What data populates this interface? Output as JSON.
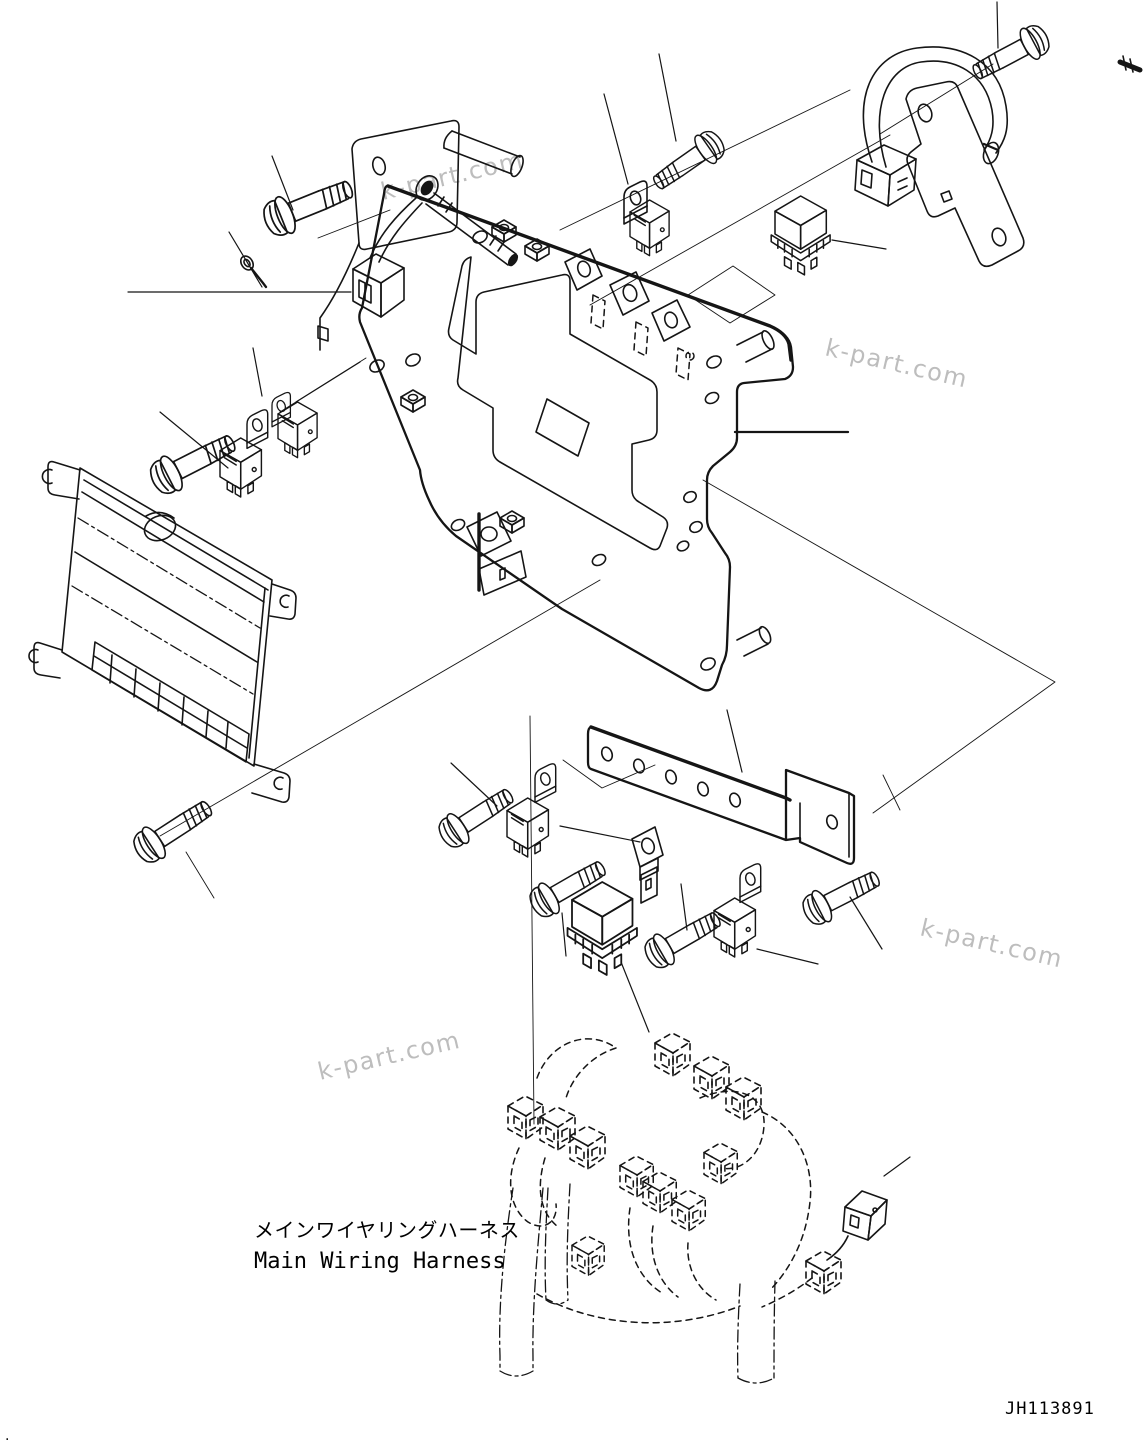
{
  "diagram": {
    "watermark_text": "k-part.com",
    "label_jp": "メインワイヤリングハーネス",
    "label_en": "Main Wiring Harness",
    "code": "JH113891",
    "stray_dot": "."
  }
}
